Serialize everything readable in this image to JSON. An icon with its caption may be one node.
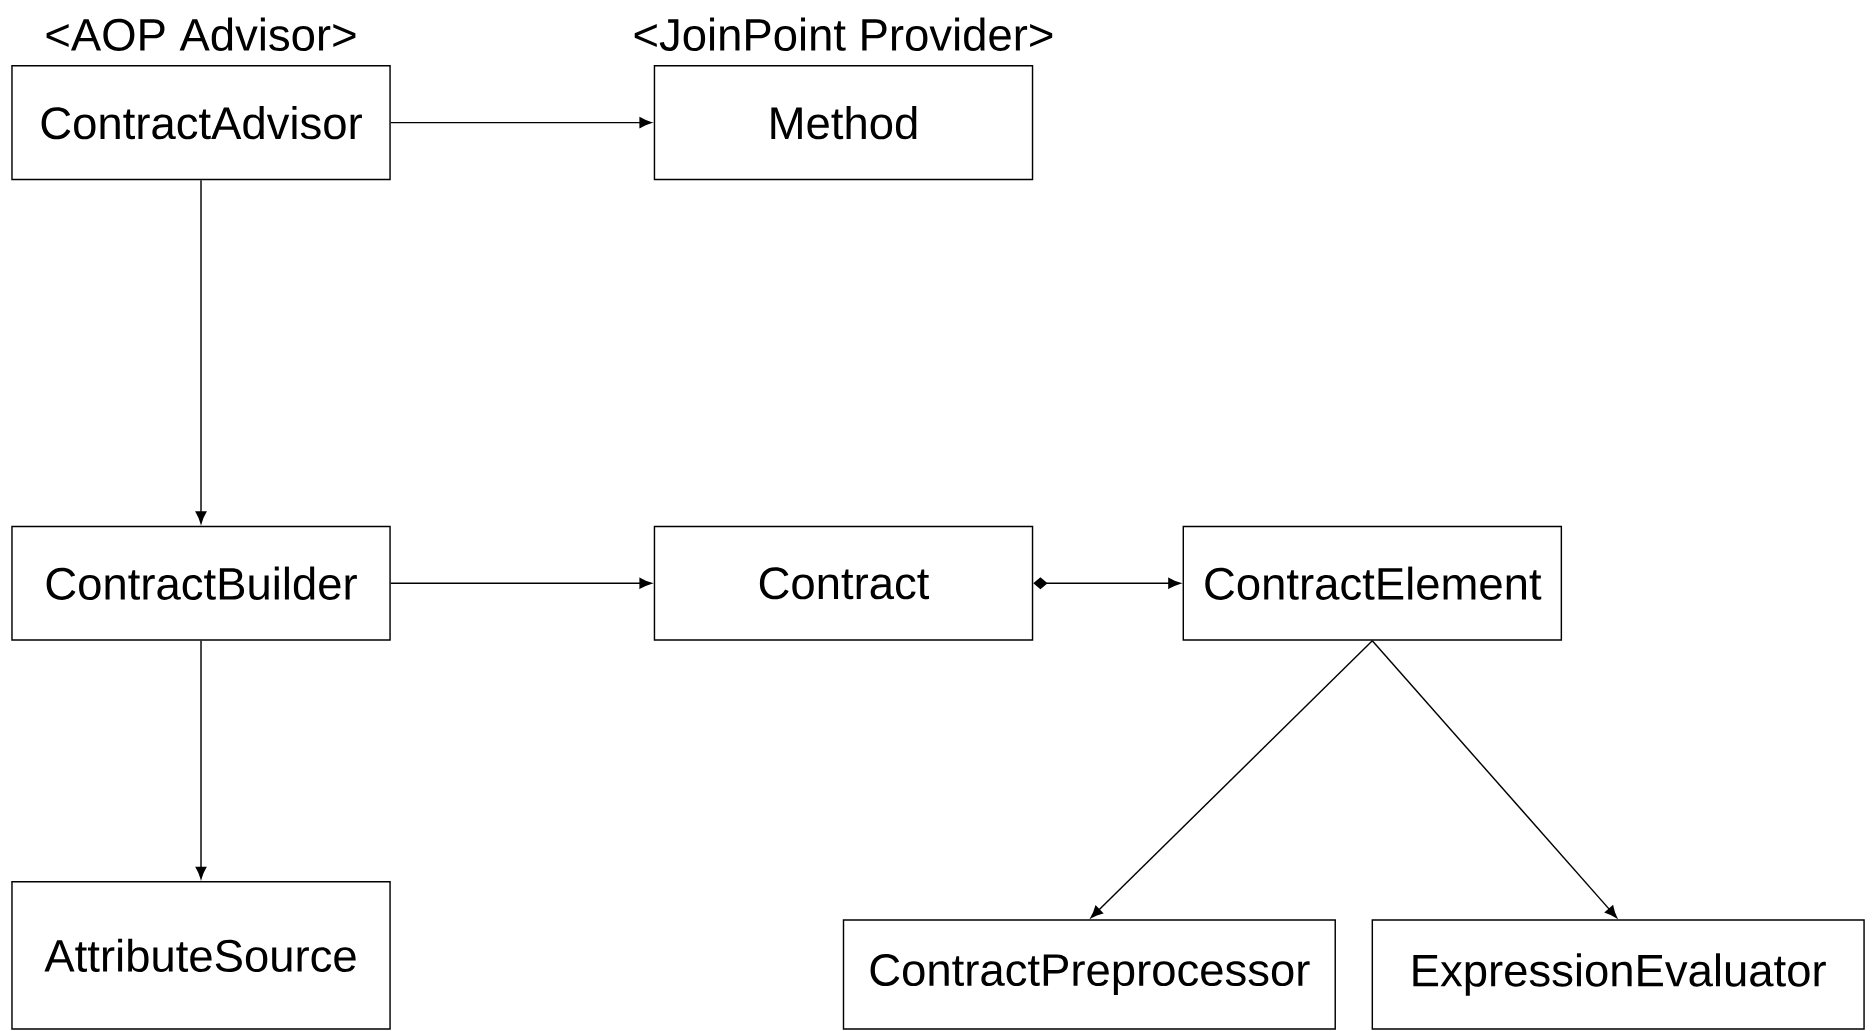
{
  "diagram": {
    "nodes": [
      {
        "text": [
          "<AOP Advisor>",
          "ContractAdvisor"
        ]
      },
      {
        "text": [
          "<JoinPoint Provider>",
          "Method"
        ]
      },
      {
        "text": [
          "ContractBuilder"
        ]
      },
      {
        "text": [
          "Contract"
        ]
      },
      {
        "text": [
          "ContractElement"
        ]
      },
      {
        "text": [
          "AttributeSource"
        ]
      },
      {
        "text": [
          "ContractPreprocessor"
        ]
      },
      {
        "text": [
          "ExpressionEvaluator"
        ]
      }
    ],
    "edges": [
      {
        "from": 0,
        "to": 1,
        "arrow": "to"
      },
      {
        "from": 0,
        "to": 2,
        "arrow": "to"
      },
      {
        "from": 2,
        "to": 3,
        "arrow": "to"
      },
      {
        "from": 3,
        "to": 4,
        "arrow": "to"
      },
      {
        "from": 2,
        "to": 5,
        "arrow": "to"
      },
      {
        "from": 4,
        "to": 6,
        "arrow": "to"
      },
      {
        "from": 4,
        "to": 7,
        "arrow": "to"
      }
    ]
  }
}
